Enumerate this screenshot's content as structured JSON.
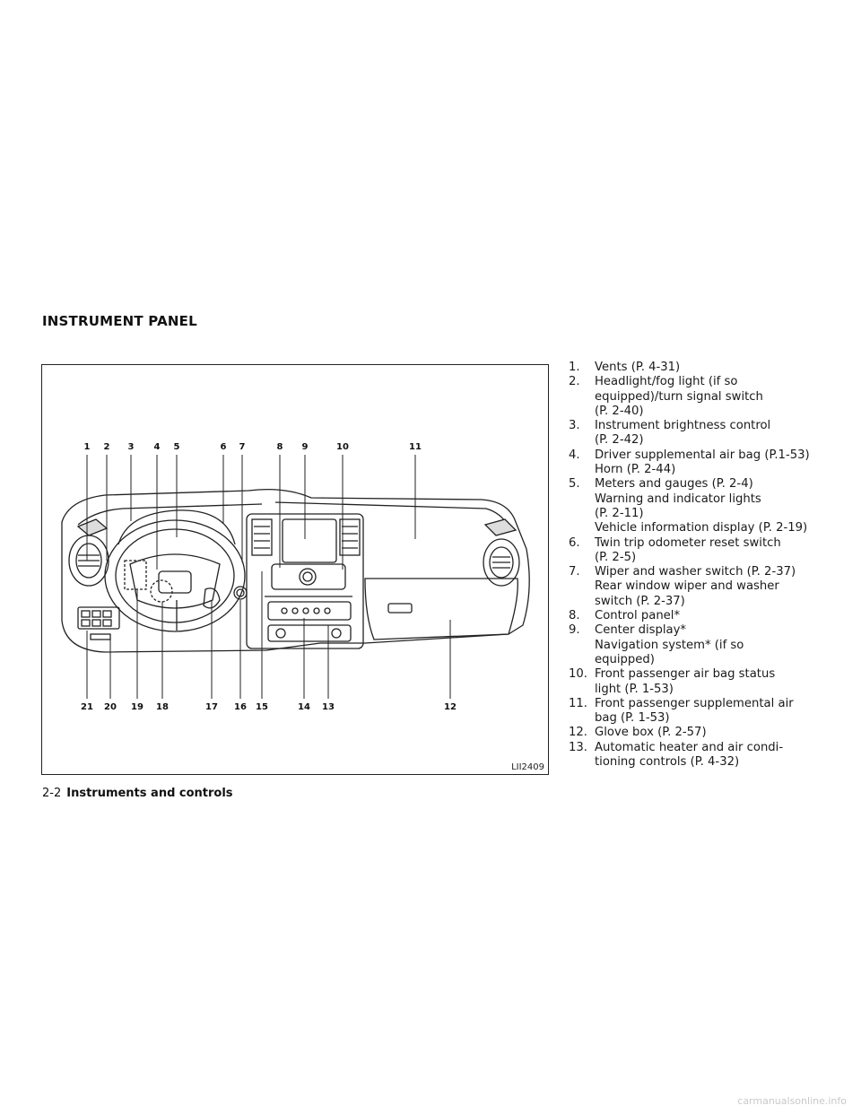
{
  "section_title": "INSTRUMENT PANEL",
  "figure": {
    "id": "LII2409",
    "callouts_top": [
      "1",
      "2",
      "3",
      "4",
      "5",
      "6",
      "7",
      "8",
      "9",
      "10",
      "11"
    ],
    "callouts_bottom": [
      "21",
      "20",
      "19",
      "18",
      "17",
      "16",
      "15",
      "14",
      "13",
      "12"
    ]
  },
  "items": [
    {
      "num": "1.",
      "lines": [
        "Vents (P. 4-31)"
      ]
    },
    {
      "num": "2.",
      "lines": [
        "Headlight/fog light (if so",
        "equipped)/turn signal switch",
        "(P. 2-40)"
      ]
    },
    {
      "num": "3.",
      "lines": [
        "Instrument brightness control",
        "(P. 2-42)"
      ]
    },
    {
      "num": "4.",
      "lines": [
        "Driver supplemental air bag (P.1-53)",
        "Horn (P. 2-44)"
      ]
    },
    {
      "num": "5.",
      "lines": [
        "Meters and gauges (P. 2-4)",
        "Warning and indicator lights",
        "(P. 2-11)",
        "Vehicle information display (P. 2-19)"
      ]
    },
    {
      "num": "6.",
      "lines": [
        "Twin trip odometer reset switch",
        "(P. 2-5)"
      ]
    },
    {
      "num": "7.",
      "lines": [
        "Wiper and washer switch (P. 2-37)",
        "Rear window wiper and washer",
        "switch (P. 2-37)"
      ]
    },
    {
      "num": "8.",
      "lines": [
        "Control panel*"
      ]
    },
    {
      "num": "9.",
      "lines": [
        "Center display*",
        "Navigation system* (if so",
        "equipped)"
      ]
    },
    {
      "num": "10.",
      "lines": [
        "Front passenger air bag status",
        "light (P. 1-53)"
      ]
    },
    {
      "num": "11.",
      "lines": [
        "Front passenger supplemental air",
        "bag (P. 1-53)"
      ]
    },
    {
      "num": "12.",
      "lines": [
        "Glove box (P. 2-57)"
      ]
    },
    {
      "num": "13.",
      "lines": [
        "Automatic heater and air condi-",
        "tioning controls (P. 4-32)"
      ]
    }
  ],
  "footer": {
    "page": "2-2",
    "section": "Instruments and controls"
  },
  "watermark": "carmanualsonline.info"
}
